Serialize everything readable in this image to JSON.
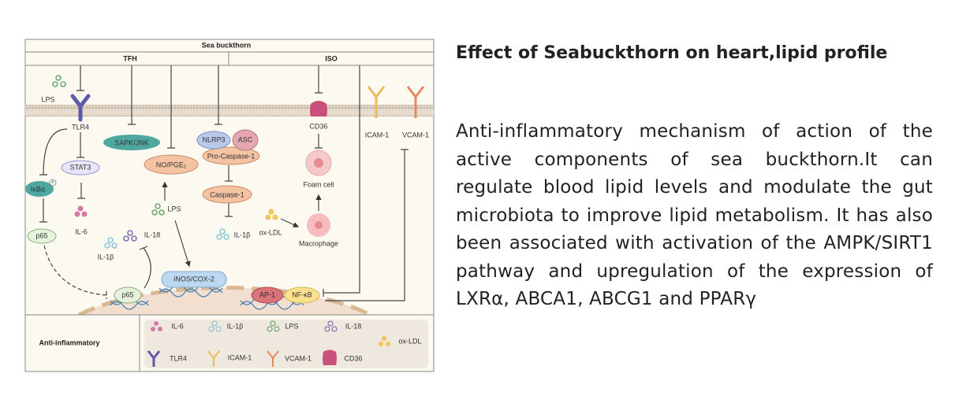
{
  "figure": {
    "top_label": "Sea buckthorn",
    "left_group": "TFH",
    "right_group": "ISO",
    "nodes": {
      "lps_top": "LPS",
      "tlr4": "TLR4",
      "stat3": "STAT3",
      "ikba": "IκBα",
      "ikba_badge": "P",
      "p65_cyto": "p65",
      "il6": "IL-6",
      "sapk": "SAPK/JNK",
      "no_pge2": "NO/PGE₂",
      "lps_mid": "LPS",
      "il18": "IL-18",
      "il1b_left": "IL-1β",
      "nlrp3": "NLRP3",
      "asc": "ASC",
      "procasp": "Pro-Caspase-1",
      "casp1": "Caspase-1",
      "il1b_mid": "IL-1β",
      "cd36": "CD36",
      "foam": "Foam cell",
      "oxldl": "ox-LDL",
      "macrophage": "Macrophage",
      "icam": "ICAM-1",
      "vcam": "VCAM-1",
      "inos": "iNOS/COX-2",
      "p65_nuc": "p65",
      "ap1": "AP-1",
      "nfkb": "NF-κB"
    },
    "legend": {
      "title": "Anti-inflammatory",
      "items": [
        "IL-6",
        "IL-1β",
        "LPS",
        "IL-18",
        "ox-LDL",
        "TLR4",
        "ICAM-1",
        "VCAM-1",
        "CD36"
      ]
    }
  },
  "article": {
    "title": "Effect of Seabuckthorn on heart,lipid profile",
    "body": "Anti-inflammatory mechanism of action of the active components of sea buckthorn.It can regulate blood lipid levels and modulate the gut microbiota to improve lipid metabolism. It has also been associated with activation of the AMPK/SIRT1 pathway and upregulation of the expression of LXRα, ABCA1, ABCG1 and PPARγ"
  }
}
